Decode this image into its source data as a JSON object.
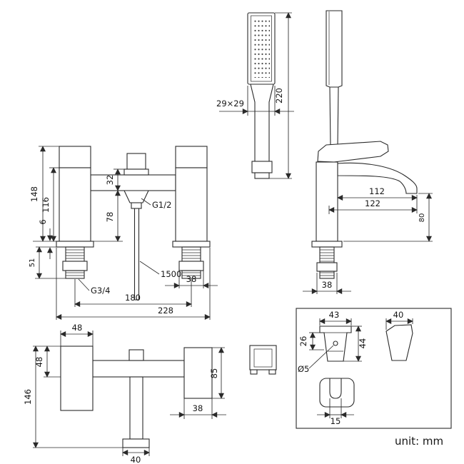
{
  "meta": {
    "unit": "unit: mm"
  },
  "handshower": {
    "head": "29×29",
    "length": "220"
  },
  "side": {
    "reach1": "112",
    "reach2": "122",
    "height": "80",
    "base": "38"
  },
  "front": {
    "h148": "148",
    "h116": "116",
    "h6": "6",
    "h51": "51",
    "h32": "32",
    "h78": "78",
    "g12": "G1/2",
    "hose": "1500",
    "g34": "G3/4",
    "w38": "38",
    "w180": "180",
    "w228": "228"
  },
  "rear": {
    "w48": "48",
    "h48": "48",
    "h146": "146",
    "h85": "85",
    "w38": "38",
    "w40": "40"
  },
  "bracket": {
    "w43": "43",
    "w40": "40",
    "h26": "26",
    "h44": "44",
    "hole": "Ø5",
    "slot": "15"
  }
}
